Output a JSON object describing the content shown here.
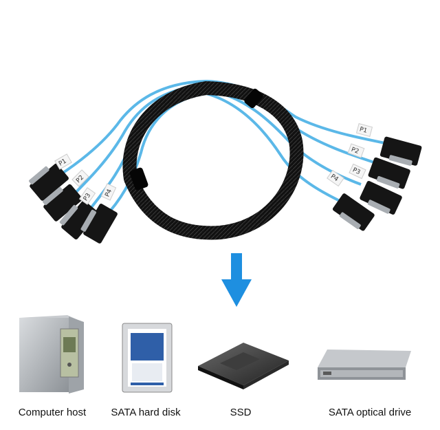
{
  "cable": {
    "left_labels": [
      "P1",
      "P2",
      "P3",
      "P4"
    ],
    "right_labels": [
      "P1",
      "P2",
      "P3",
      "P4"
    ],
    "braid_color": "#111111",
    "wire_color": "#5bb8e8"
  },
  "arrow": {
    "color": "#1e8fe0",
    "direction": "down"
  },
  "devices": [
    {
      "icon": "computer-host-icon",
      "label": "Computer host"
    },
    {
      "icon": "hard-disk-icon",
      "label": "SATA hard disk"
    },
    {
      "icon": "ssd-icon",
      "label": "SSD"
    },
    {
      "icon": "optical-drive-icon",
      "label": "SATA optical drive"
    }
  ]
}
